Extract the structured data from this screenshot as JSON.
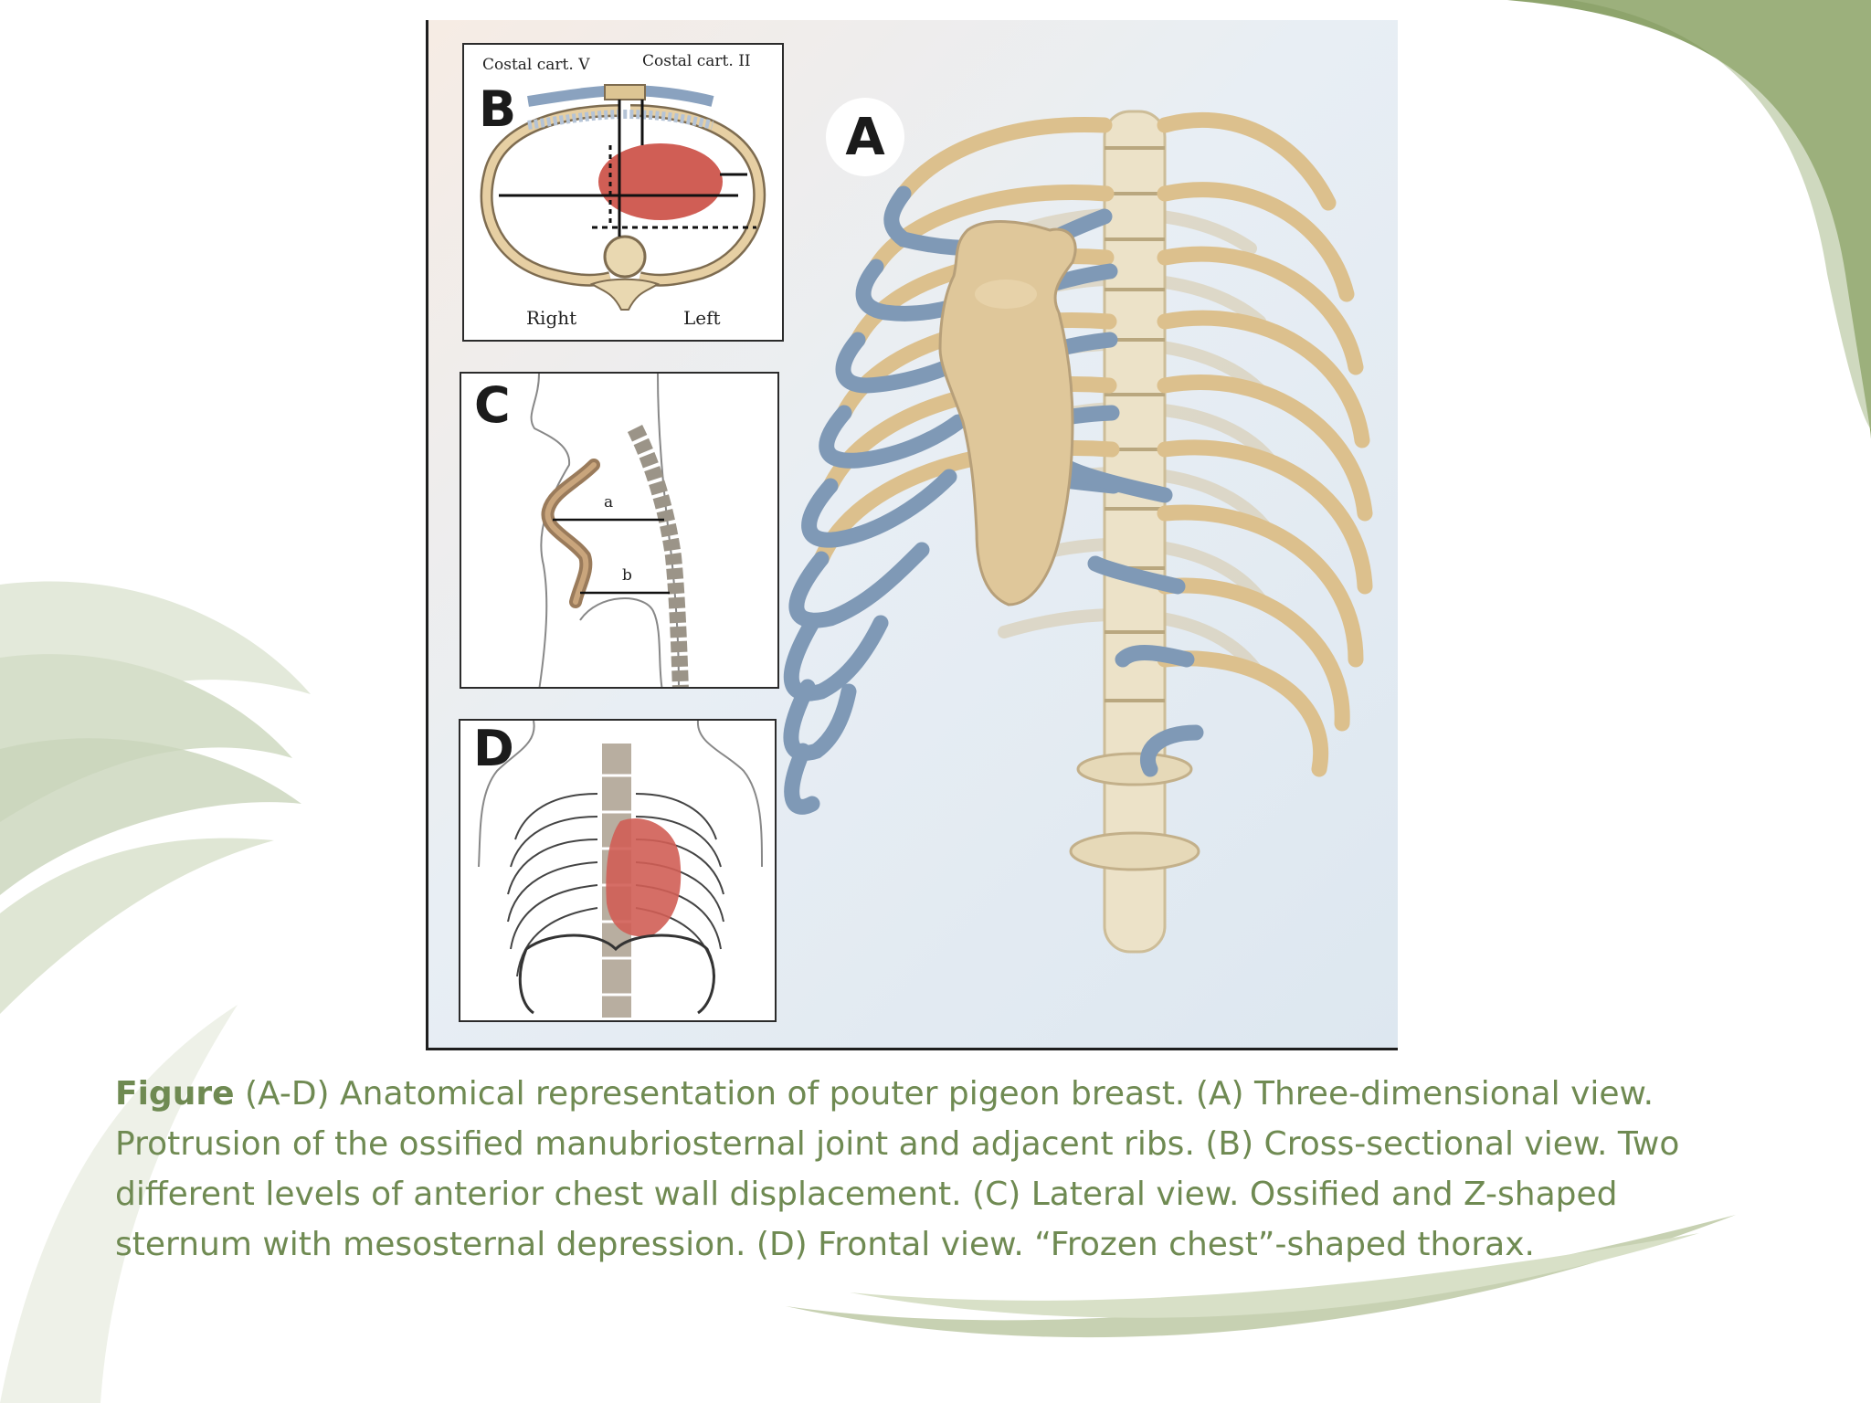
{
  "figure": {
    "panel_a": {
      "letter": "A"
    },
    "panel_b": {
      "letter": "B",
      "label_costal_v": "Costal cart. V",
      "label_costal_ii": "Costal cart. II",
      "label_right": "Right",
      "label_left": "Left"
    },
    "panel_c": {
      "letter": "C",
      "label_a": "a",
      "label_b": "b"
    },
    "panel_d": {
      "letter": "D"
    }
  },
  "caption": {
    "lead": "Figure",
    "line1": " (A-D) Anatomical representation of pouter pigeon breast. (A) Three-dimensional view.",
    "line2": "Protrusion of the ossified manubriosternal joint and adjacent ribs. (B) Cross-sectional view. Two",
    "line3": "different levels of anterior chest wall displacement. (C) Lateral view. Ossified and Z-shaped",
    "line4": "sternum with mesosternal depression. (D) Frontal view. “Frozen chest”-shaped thorax."
  },
  "colors": {
    "bone": "#dcc08d",
    "cartilage": "#7f99b6",
    "heart": "#d05e55",
    "caption_green": "#6f8a52",
    "deco_green": "#8ea46c"
  }
}
